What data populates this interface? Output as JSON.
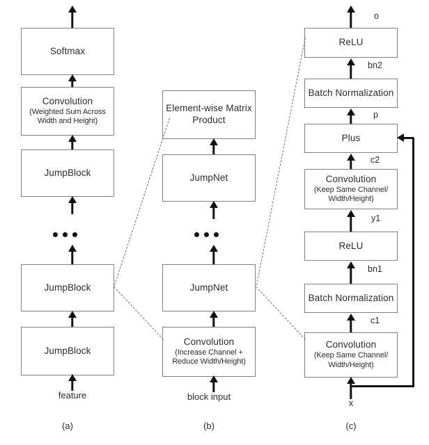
{
  "figure": {
    "title": "JumpNet architecture diagram",
    "background": "#ffffff",
    "box_border_color": "#808080",
    "text_color": "#2b2b2b",
    "arrow_color": "#111111",
    "dashed_color": "#6e6e6e"
  },
  "columns": [
    {
      "id": "a",
      "caption": "(a)",
      "input_label": "feature",
      "nodes": [
        {
          "line1": "Softmax",
          "line2": "",
          "line3": ""
        },
        {
          "line1": "Convolution",
          "line2": "(Weighted Sum Across",
          "line3": "Width and Height)"
        },
        {
          "line1": "JumpBlock",
          "line2": "",
          "line3": ""
        },
        {
          "line1": "JumpBlock",
          "line2": "",
          "line3": ""
        },
        {
          "line1": "JumpBlock",
          "line2": "",
          "line3": ""
        }
      ]
    },
    {
      "id": "b",
      "caption": "(b)",
      "input_label": "block input",
      "nodes": [
        {
          "line1": "Element-wise Matrix",
          "line2": "Product",
          "line3": ""
        },
        {
          "line1": "JumpNet",
          "line2": "",
          "line3": ""
        },
        {
          "line1": "JumpNet",
          "line2": "",
          "line3": ""
        },
        {
          "line1": "Convolution",
          "line2": "(Increase Channel +",
          "line3": "Reduce Width/Height)"
        }
      ]
    },
    {
      "id": "c",
      "caption": "(c)",
      "input_label": "x",
      "nodes": [
        {
          "line1": "ReLU",
          "line2": "",
          "line3": ""
        },
        {
          "line1": "Batch Normalization",
          "line2": "",
          "line3": ""
        },
        {
          "line1": "Plus",
          "line2": "",
          "line3": ""
        },
        {
          "line1": "Convolution",
          "line2": "(Keep Same Channel/",
          "line3": "Width/Height)"
        },
        {
          "line1": "ReLU",
          "line2": "",
          "line3": ""
        },
        {
          "line1": "Batch Normalization",
          "line2": "",
          "line3": ""
        },
        {
          "line1": "Convolution",
          "line2": "(Keep Same Channel/",
          "line3": "Width/Height)"
        }
      ],
      "edge_labels": [
        "o",
        "bn2",
        "p",
        "c2",
        "y1",
        "bn1",
        "c1"
      ]
    }
  ]
}
